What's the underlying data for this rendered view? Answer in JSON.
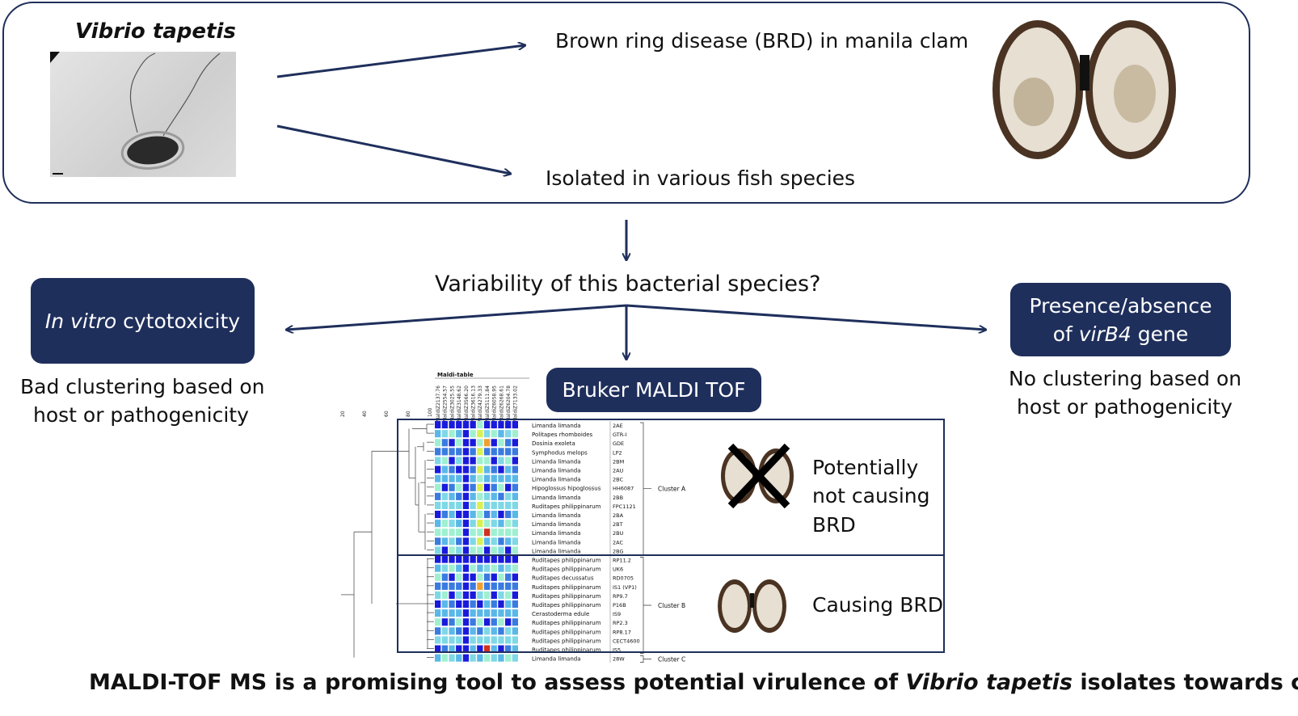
{
  "top": {
    "organism": "Vibrio tapetis",
    "disease_text": "Brown ring disease  (BRD) in manila clam",
    "fish_text": "Isolated in various fish species"
  },
  "question": "Variability of this bacterial species?",
  "left_box": {
    "italic": "In vitro",
    "rest": " cytotoxicity"
  },
  "left_result": {
    "line1": "Bad clustering based on",
    "line2": "host or pathogenicity"
  },
  "right_box": {
    "line1": "Presence/absence",
    "line2_pre": "of ",
    "line2_italic": "virB4",
    "line2_post": " gene"
  },
  "right_result": {
    "line1": "No clustering based on",
    "line2": "host or pathogenicity"
  },
  "center_box": "Bruker MALDI TOF",
  "heatmap": {
    "table_title": "Maldi-table",
    "scale_ticks": [
      "20",
      "40",
      "60",
      "80",
      "100"
    ],
    "peaks": [
      "MaldiZ2137.76",
      "MaldiZ2554.57",
      "MaldiZ3025.55",
      "MaldiZ3148.62",
      "MaldiZ3566.20",
      "MaldiZ3616.13",
      "MaldiZ4279.33",
      "MaldiZ5111.84",
      "MaldiZ6058.95",
      "MaldiZ6268.61",
      "MaldiZ6204.78",
      "MaldiZ7133.02"
    ],
    "rows": [
      {
        "species": "Limanda limanda",
        "isolate": "2AE"
      },
      {
        "species": "Politapes rhomboides",
        "isolate": "GTR-I"
      },
      {
        "species": "Dosinia exoleta",
        "isolate": "GDE"
      },
      {
        "species": "Symphodus melops",
        "isolate": "LP2"
      },
      {
        "species": "Limanda limanda",
        "isolate": "2BM"
      },
      {
        "species": "Limanda limanda",
        "isolate": "2AU"
      },
      {
        "species": "Limanda limanda",
        "isolate": "2BC"
      },
      {
        "species": "Hipoglossus hipoglossus",
        "isolate": "HH6087"
      },
      {
        "species": "Limanda limanda",
        "isolate": "2BB"
      },
      {
        "species": "Ruditapes philippinarum",
        "isolate": "FPC1121"
      },
      {
        "species": "Limanda limanda",
        "isolate": "2BA"
      },
      {
        "species": "Limanda limanda",
        "isolate": "2BT"
      },
      {
        "species": "Limanda limanda",
        "isolate": "2BU"
      },
      {
        "species": "Limanda limanda",
        "isolate": "2AC"
      },
      {
        "species": "Limanda limanda",
        "isolate": "2BG"
      },
      {
        "species": "Ruditapes philippinarum",
        "isolate": "RP11.2"
      },
      {
        "species": "Ruditapes philippinarum",
        "isolate": "UK6"
      },
      {
        "species": "Ruditapes decussatus",
        "isolate": "RD0705"
      },
      {
        "species": "Ruditapes philippinarum",
        "isolate": "IS1 (VP1)"
      },
      {
        "species": "Ruditapes philippinarum",
        "isolate": "RP9.7"
      },
      {
        "species": "Ruditapes philippinarum",
        "isolate": "P16B"
      },
      {
        "species": "Cerastoderma edule",
        "isolate": "IS9"
      },
      {
        "species": "Ruditapes philippinarum",
        "isolate": "RP2.3"
      },
      {
        "species": "Ruditapes philippinarum",
        "isolate": "RP8.17"
      },
      {
        "species": "Ruditapes philippinarum",
        "isolate": "CECT4600"
      },
      {
        "species": "Ruditapes philippinarum",
        "isolate": "IS5"
      },
      {
        "species": "Limanda limanda",
        "isolate": "28W"
      }
    ],
    "clusters": [
      {
        "label": "Cluster A",
        "first_row": 0,
        "last_row": 14
      },
      {
        "label": "Cluster B",
        "first_row": 15,
        "last_row": 25
      },
      {
        "label": "Cluster C",
        "first_row": 26,
        "last_row": 26
      }
    ],
    "palette": [
      "#1a1adb",
      "#3a7be0",
      "#5ab8e8",
      "#7fd8e6",
      "#9ff0d0",
      "#d8f050",
      "#f0a030",
      "#d03020"
    ]
  },
  "cluster_a_result": {
    "line1": "Potentially",
    "line2": "not causing",
    "line3": "BRD"
  },
  "cluster_b_result": "Causing BRD",
  "conclusion": {
    "pre": "MALDI-TOF MS is a promising tool to assess potential virulence of ",
    "italic": "Vibrio tapetis",
    "post": " isolates towards clams"
  },
  "colors": {
    "navy": "#1f2f5c"
  }
}
